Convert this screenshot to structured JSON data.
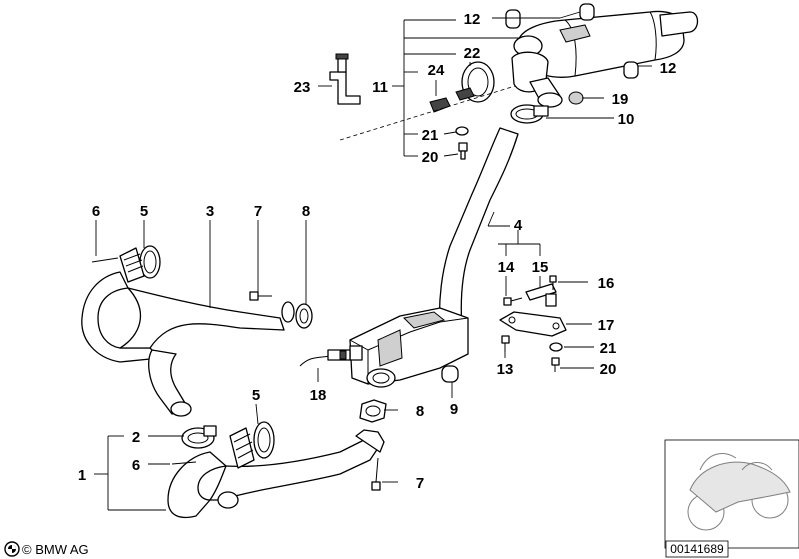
{
  "callouts": {
    "c1": "1",
    "c2": "2",
    "c3": "3",
    "c4": "4",
    "c5a": "5",
    "c5b": "5",
    "c6a": "6",
    "c6b": "6",
    "c7a": "7",
    "c7b": "7",
    "c8a": "8",
    "c8b": "8",
    "c9": "9",
    "c10": "10",
    "c11": "11",
    "c12a": "12",
    "c12b": "12",
    "c13": "13",
    "c14": "14",
    "c15": "15",
    "c16": "16",
    "c17": "17",
    "c18": "18",
    "c19": "19",
    "c20a": "20",
    "c20b": "20",
    "c21a": "21",
    "c21b": "21",
    "c22": "22",
    "c23": "23",
    "c24": "24"
  },
  "footer": {
    "copyright": "© BMW AG",
    "image_number": "00141689"
  }
}
